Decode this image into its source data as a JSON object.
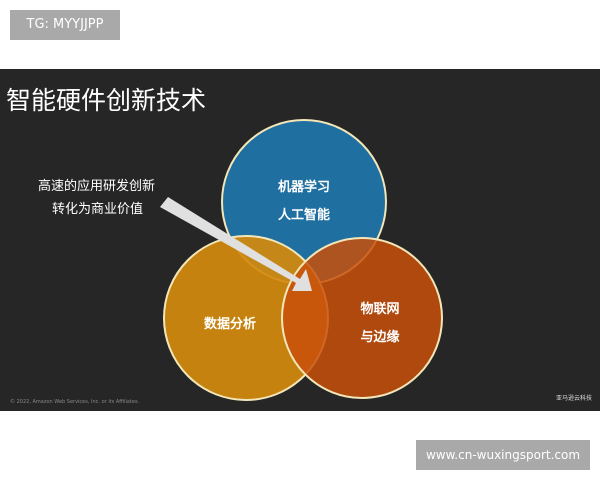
{
  "watermark_top": "TG: MYYJJPP",
  "watermark_bottom": "www.cn-wuxingsport.com",
  "slide": {
    "title": "智能硬件创新技术",
    "callout": [
      "高速的应用研发创新",
      "转化为商业价值"
    ],
    "circles": [
      {
        "lines": [
          "机器学习",
          "人工智能"
        ],
        "color": "#1f6fa0"
      },
      {
        "lines": [
          "数据分析"
        ],
        "color": "#d48a0c"
      },
      {
        "lines": [
          "物联网",
          "与边缘"
        ],
        "color": "#c8500a"
      }
    ],
    "copyright": "© 2022, Amazon Web Services, Inc. or its Affiliates.",
    "logo": "亚马逊云科技"
  }
}
